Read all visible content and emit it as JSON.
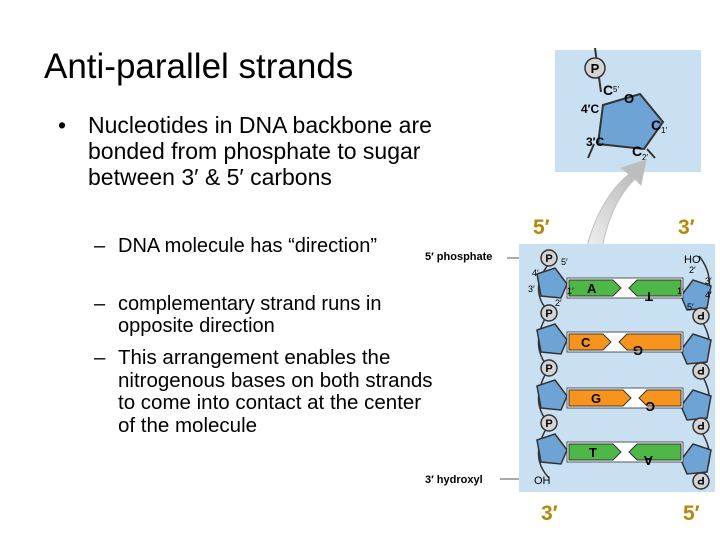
{
  "slide": {
    "title": "Anti-parallel strands",
    "bullet_marker": "•",
    "bullet": "Nucleotides in DNA backbone are bonded from phosphate to sugar between 3′ & 5′ carbons",
    "dash_marker": "–",
    "sub_bullets": [
      "DNA molecule has “direction”",
      "complementary strand runs in opposite direction",
      "This arrangement enables the nitrogenous bases on both strands to come into contact at the center of the molecule"
    ]
  },
  "diagram": {
    "end_labels": {
      "left_top": "5′",
      "right_top": "3′",
      "left_bottom": "3′",
      "right_bottom": "5′"
    },
    "callouts": {
      "phosphate": "5′ phosphate",
      "hydroxyl": "3′ hydroxyl"
    },
    "sugar_inset": {
      "phosphate": "P",
      "c5": "C",
      "c5_sub": "5′",
      "o": "O",
      "c4": "4′C",
      "c1": "C",
      "c1_sub": "1′",
      "c3": "3′C",
      "c2": "C",
      "c2_sub": "2′"
    },
    "strand_labels": {
      "left_5": "5′",
      "left_4": "4′",
      "left_3": "3′",
      "left_1": "1′",
      "left_2": "2′",
      "right_ho": "HO",
      "right_2": "2′",
      "right_3": "3′",
      "right_1": "1′",
      "right_4": "4′",
      "right_5": "5′",
      "oh": "OH"
    },
    "phosphate_glyph": "P",
    "base_pairs": [
      {
        "left": "A",
        "right": "T",
        "left_color": "#4db848",
        "right_color": "#4db848"
      },
      {
        "left": "C",
        "right": "G",
        "left_color": "#f7941d",
        "right_color": "#f7941d"
      },
      {
        "left": "G",
        "right": "C",
        "left_color": "#f7941d",
        "right_color": "#f7941d"
      },
      {
        "left": "T",
        "right": "A",
        "left_color": "#4db848",
        "right_color": "#4db848"
      }
    ],
    "colors": {
      "sugar": "#6ea3d6",
      "inset_bg": "#c9dff2",
      "end_label": "#b8860b",
      "phosphate_fill": "#d4d4d4"
    }
  }
}
